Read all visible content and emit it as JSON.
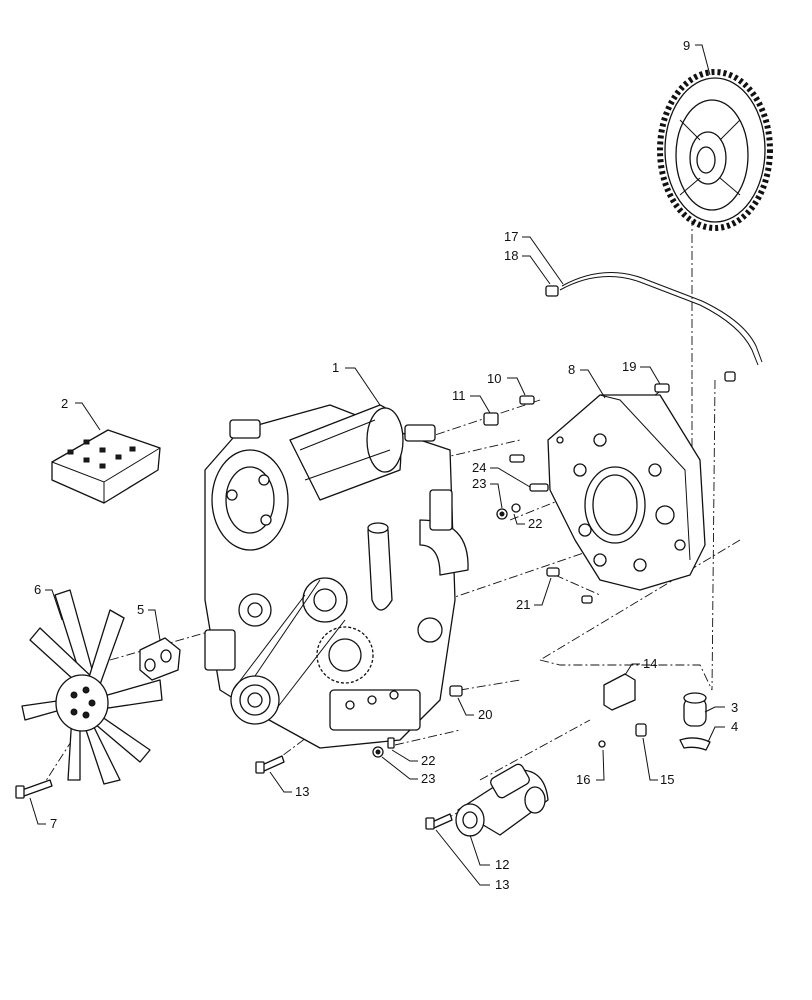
{
  "callouts": {
    "c1": "1",
    "c2": "2",
    "c3": "3",
    "c4": "4",
    "c5": "5",
    "c6": "6",
    "c7": "7",
    "c8": "8",
    "c9": "9",
    "c10": "10",
    "c11": "11",
    "c12": "12",
    "c13a": "13",
    "c13b": "13",
    "c14": "14",
    "c15": "15",
    "c16": "16",
    "c17": "17",
    "c18": "18",
    "c19": "19",
    "c20": "20",
    "c21": "21",
    "c22a": "22",
    "c22b": "22",
    "c23a": "23",
    "c23b": "23",
    "c24": "24"
  }
}
